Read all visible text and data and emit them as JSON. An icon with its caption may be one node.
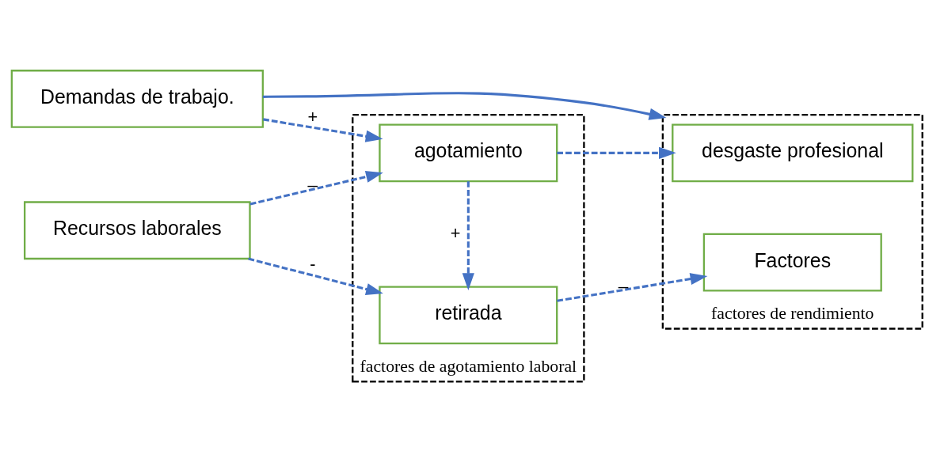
{
  "diagram": {
    "nodes": [
      {
        "text": [
          "Demandas de trabajo."
        ]
      },
      {
        "text": [
          "Recursos laborales"
        ]
      },
      {
        "text": [
          "factores de agotamiento laboral"
        ]
      },
      {
        "text": [
          "agotamiento"
        ],
        "in": 2
      },
      {
        "text": [
          "retirada"
        ],
        "in": 2
      },
      {
        "text": [
          "factores de rendimiento"
        ]
      },
      {
        "text": [
          "desgaste profesional"
        ],
        "in": 5
      },
      {
        "text": [
          "Factores"
        ],
        "in": 5
      }
    ],
    "edges": [
      {
        "from": 0,
        "to": 3,
        "arrow": "to",
        "label": "+",
        "style": "dashed"
      },
      {
        "from": 1,
        "to": 3,
        "arrow": "to",
        "label": "_",
        "style": "dashed"
      },
      {
        "from": 1,
        "to": 4,
        "arrow": "to",
        "label": "-",
        "style": "dashed"
      },
      {
        "from": 3,
        "to": 4,
        "arrow": "to",
        "label": "+",
        "style": "dashed"
      },
      {
        "from": 3,
        "to": 6,
        "arrow": "to",
        "style": "dashed"
      },
      {
        "from": 4,
        "to": 7,
        "arrow": "to",
        "label": "_",
        "style": "dashed"
      },
      {
        "from": 0,
        "to": 5,
        "arrow": "to"
      }
    ]
  }
}
